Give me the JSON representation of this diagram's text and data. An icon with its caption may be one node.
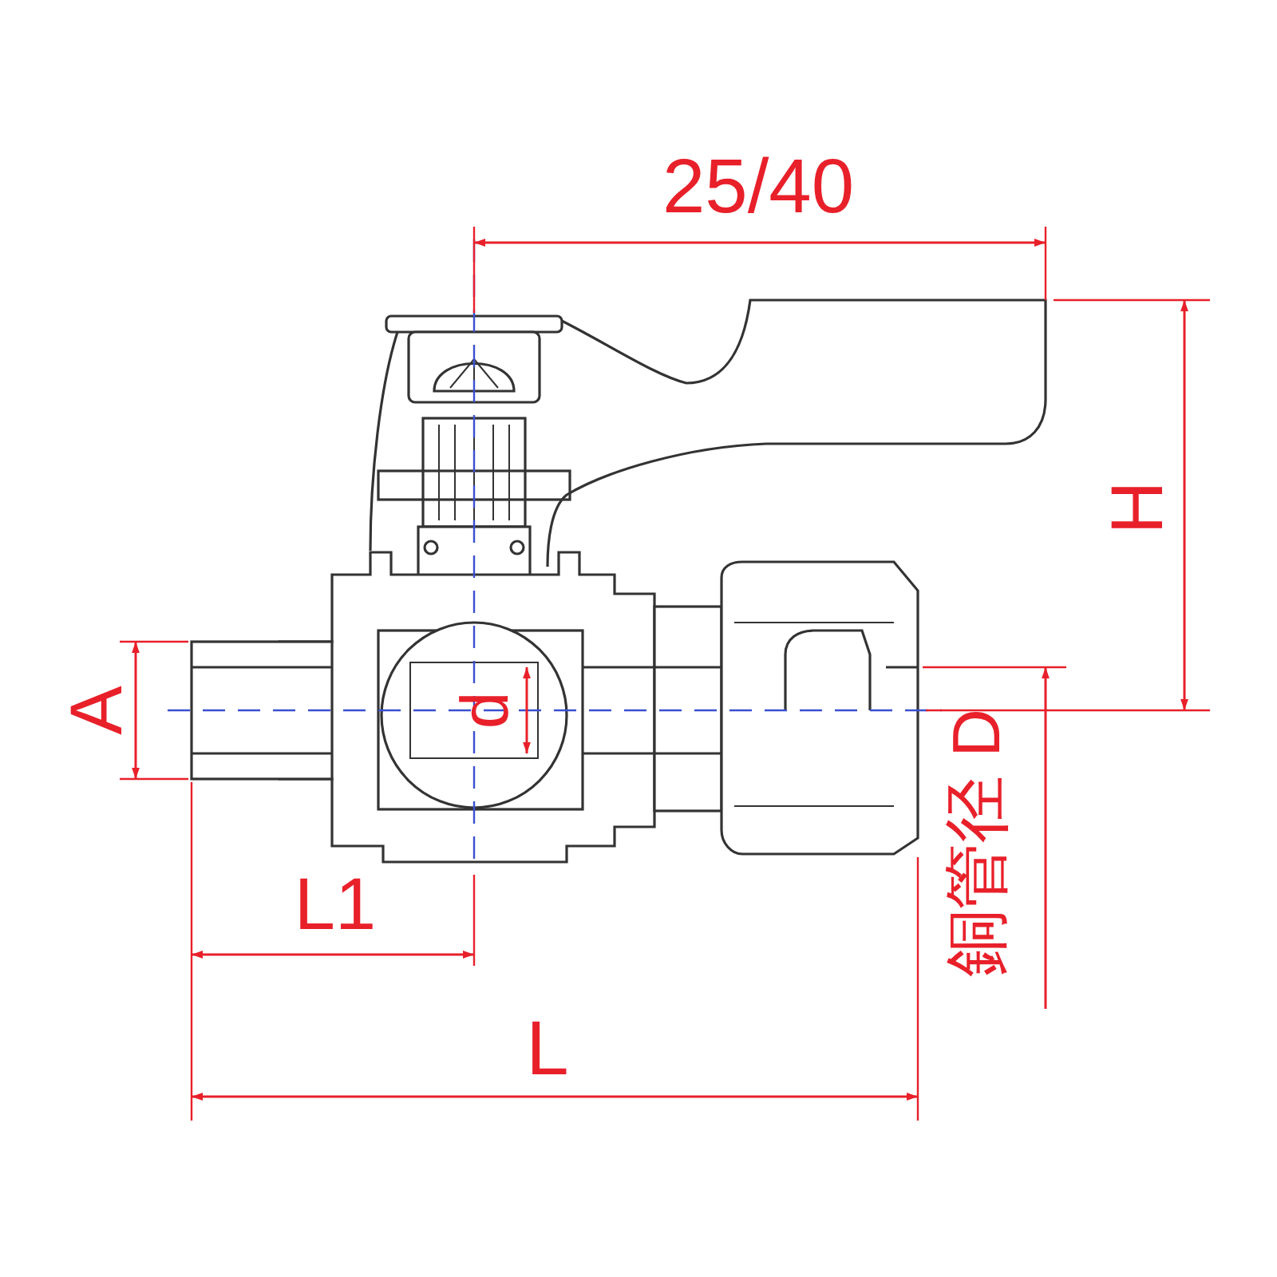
{
  "diagram": {
    "labels": [
      "25/40",
      "H",
      "A",
      "d",
      "銅管径 D",
      "L1",
      "L"
    ]
  }
}
